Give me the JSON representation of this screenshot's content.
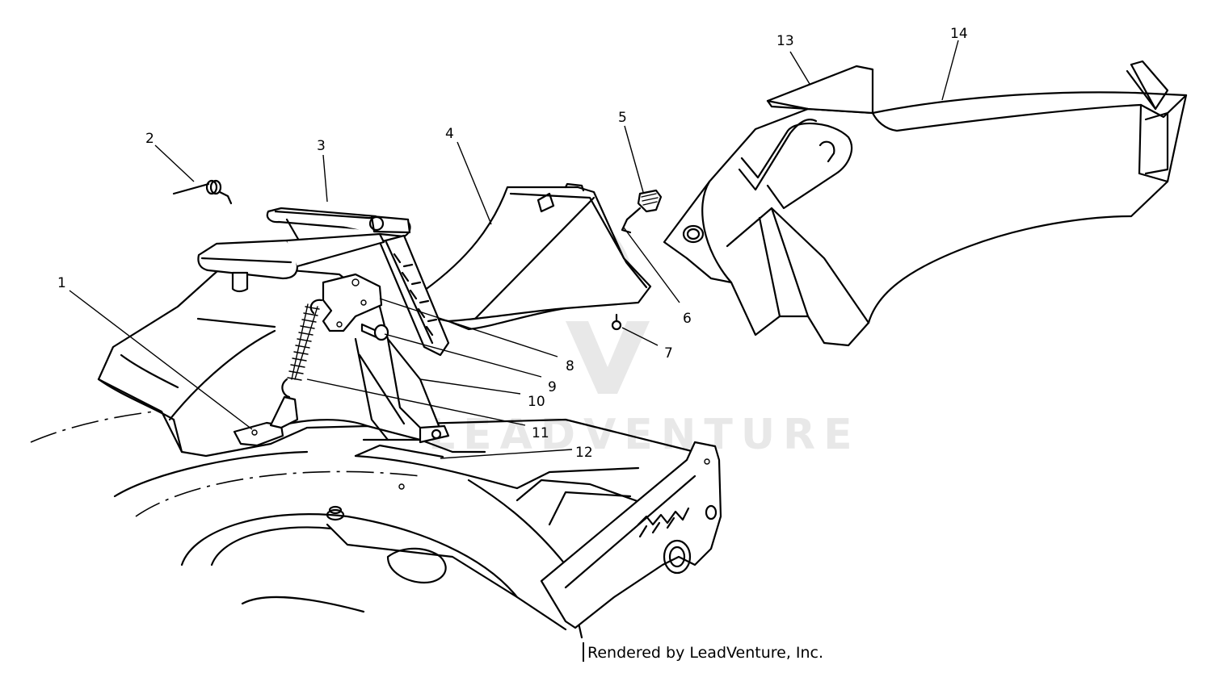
{
  "callouts": [
    "1",
    "2",
    "3",
    "4",
    "5",
    "6",
    "7",
    "8",
    "9",
    "10",
    "11",
    "12",
    "13",
    "14"
  ],
  "watermark": "LEADVENTURE",
  "credit": "Rendered by LeadVenture, Inc."
}
